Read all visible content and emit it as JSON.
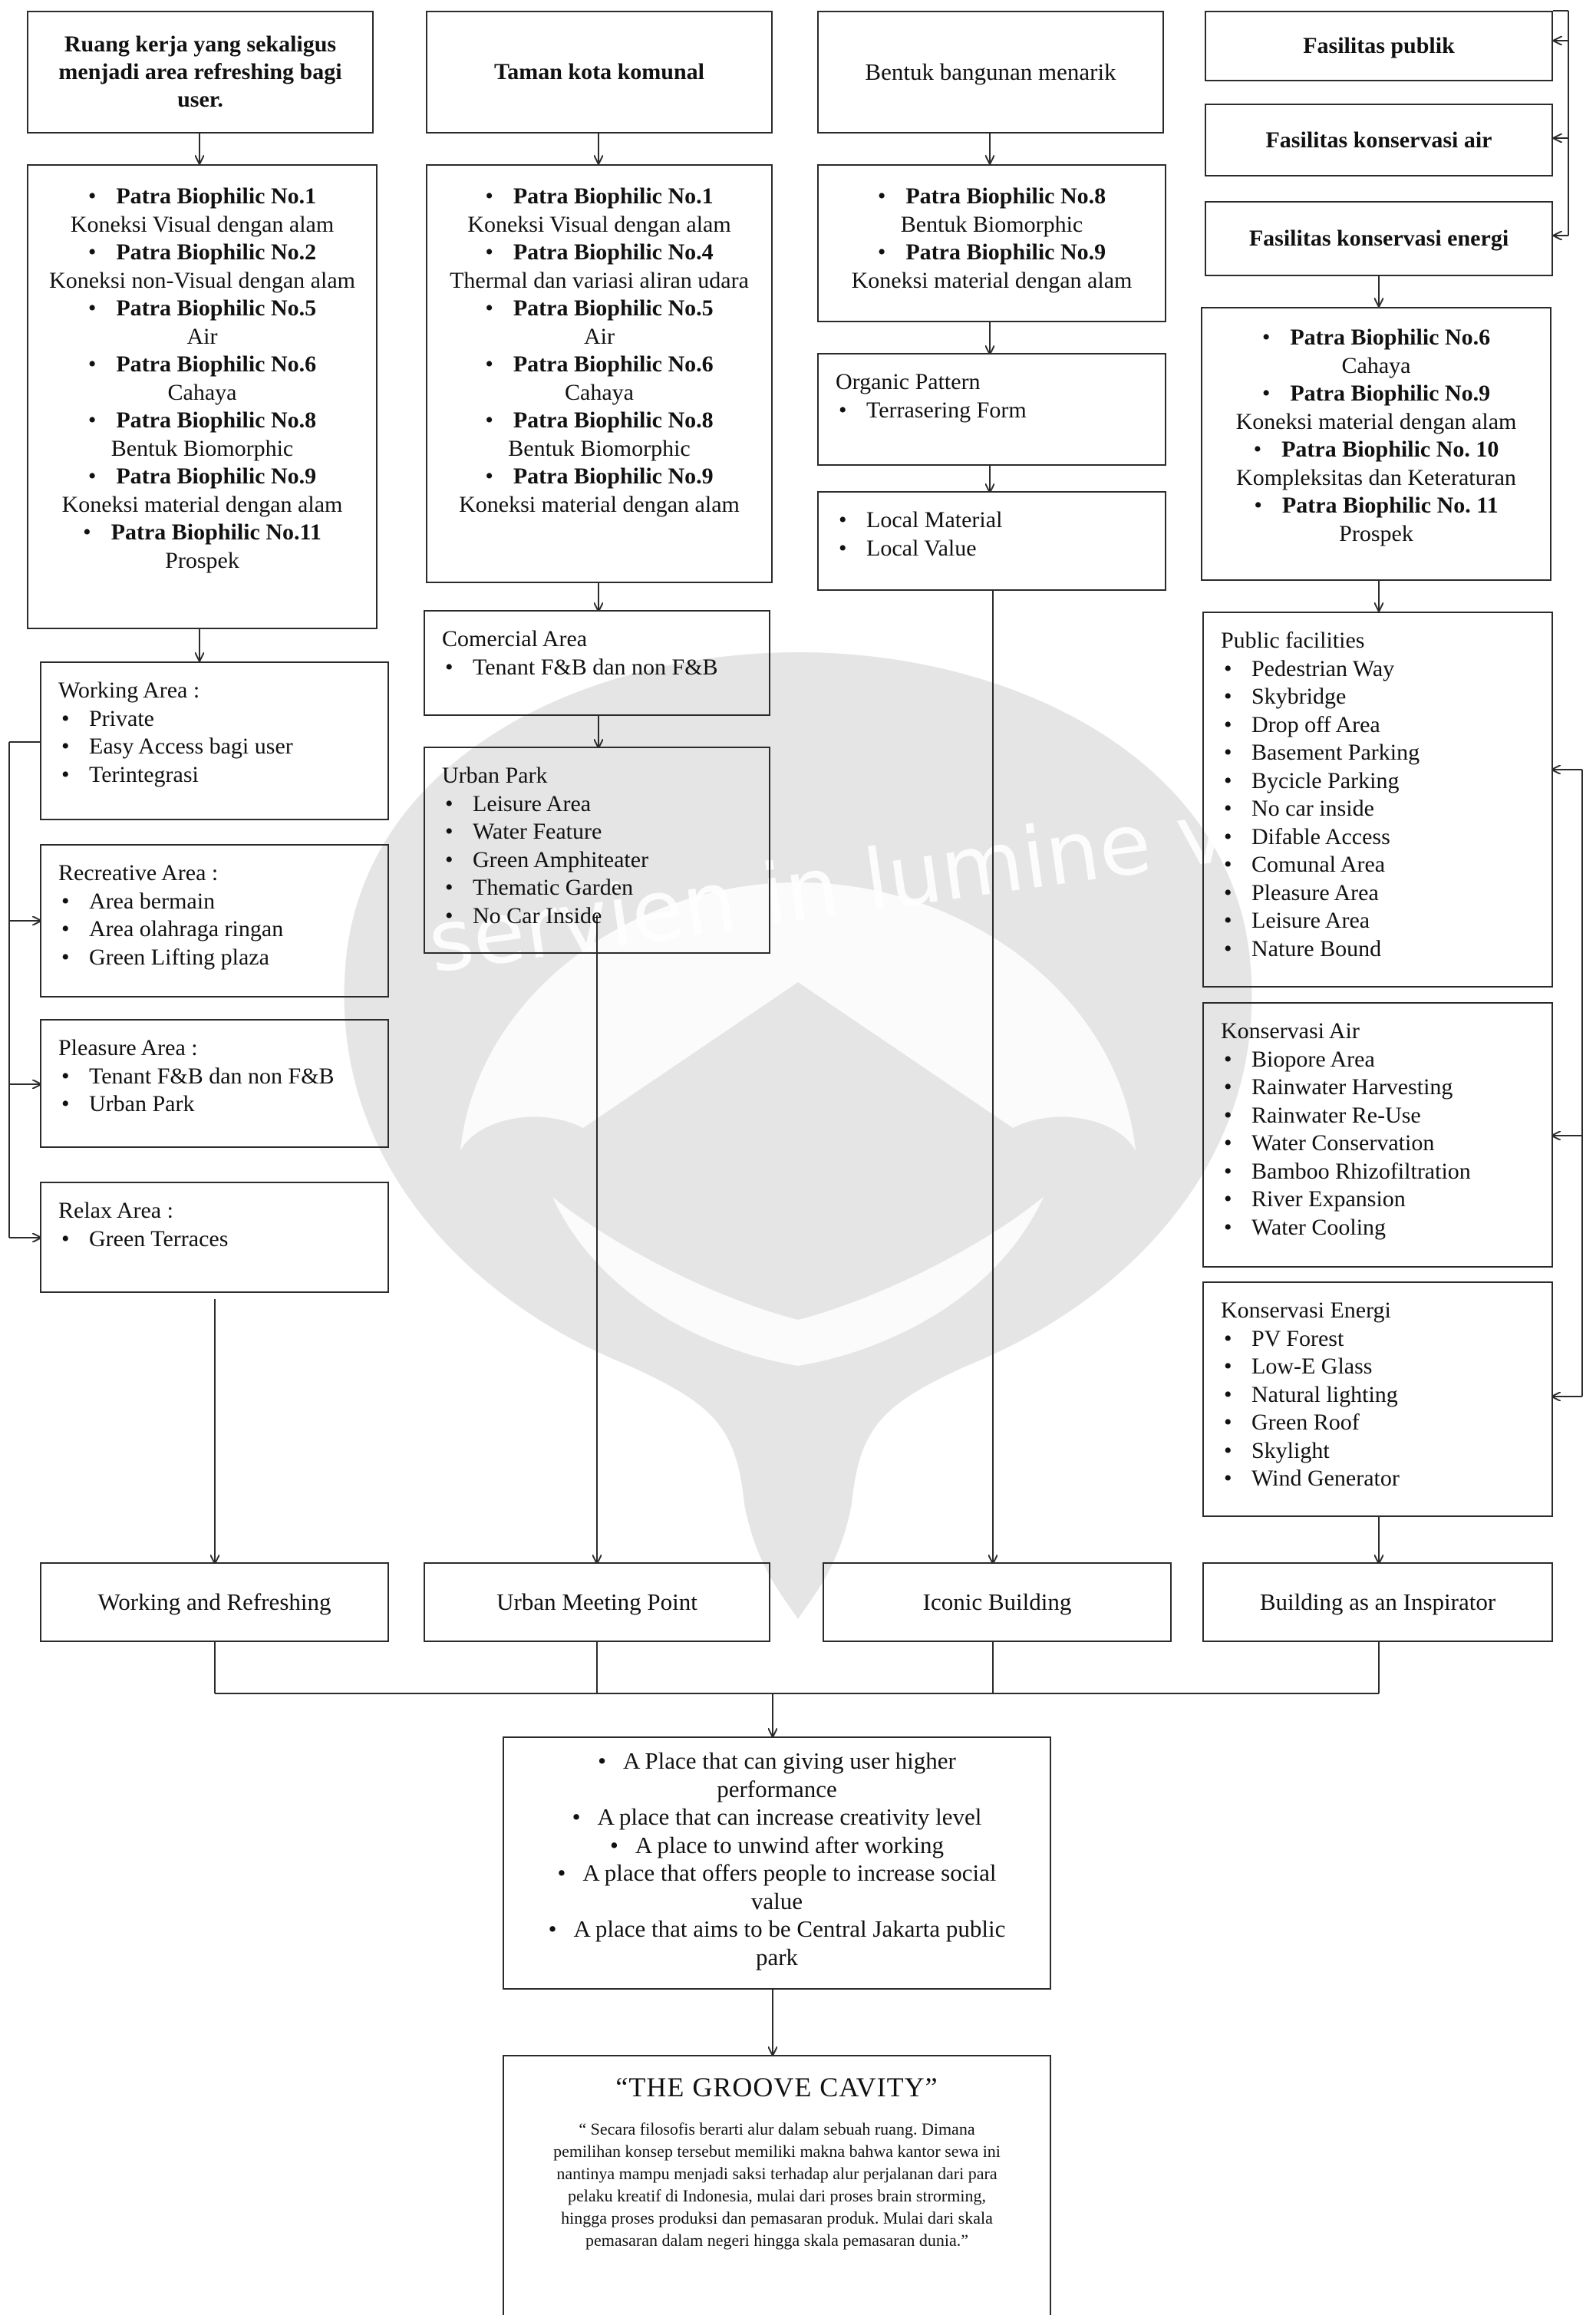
{
  "watermark": {
    "text": "servien in lumine veritatis"
  },
  "columns": [
    {
      "header": "Ruang kerja yang sekaligus menjadi area refreshing bagi user.",
      "patra": [
        {
          "title": "Patra Biophilic No.1",
          "desc": "Koneksi Visual dengan alam"
        },
        {
          "title": "Patra Biophilic No.2",
          "desc": "Koneksi non-Visual dengan alam"
        },
        {
          "title": "Patra Biophilic No.5",
          "desc": "Air"
        },
        {
          "title": "Patra Biophilic No.6",
          "desc": "Cahaya"
        },
        {
          "title": "Patra Biophilic No.8",
          "desc": "Bentuk Biomorphic"
        },
        {
          "title": "Patra Biophilic No.9",
          "desc": "Koneksi material dengan alam"
        },
        {
          "title": "Patra Biophilic No.11",
          "desc": "Prospek"
        }
      ],
      "areas": [
        {
          "title": "Working Area :",
          "items": [
            "Private",
            "Easy Access bagi user",
            "Terintegrasi"
          ]
        },
        {
          "title": "Recreative Area :",
          "items": [
            "Area bermain",
            "Area olahraga ringan",
            "Green Lifting plaza"
          ]
        },
        {
          "title": "Pleasure Area :",
          "items": [
            "Tenant F&B dan non F&B",
            "Urban Park"
          ]
        },
        {
          "title": "Relax Area :",
          "items": [
            "Green Terraces"
          ]
        }
      ],
      "outcome": "Working and Refreshing"
    },
    {
      "header": "Taman kota komunal",
      "patra": [
        {
          "title": "Patra Biophilic No.1",
          "desc": "Koneksi Visual dengan alam"
        },
        {
          "title": "Patra Biophilic No.4",
          "desc": "Thermal dan variasi aliran udara"
        },
        {
          "title": "Patra Biophilic No.5",
          "desc": "Air"
        },
        {
          "title": "Patra Biophilic No.6",
          "desc": "Cahaya"
        },
        {
          "title": "Patra Biophilic No.8",
          "desc": "Bentuk Biomorphic"
        },
        {
          "title": "Patra Biophilic No.9",
          "desc": "Koneksi material dengan alam"
        }
      ],
      "areas": [
        {
          "title": "Comercial Area",
          "items": [
            "Tenant F&B dan non F&B"
          ]
        },
        {
          "title": "Urban Park",
          "items": [
            "Leisure Area",
            "Water Feature",
            "Green Amphiteater",
            "Thematic Garden",
            "No Car Inside"
          ]
        }
      ],
      "outcome": "Urban Meeting Point"
    },
    {
      "header": "Bentuk bangunan menarik",
      "patra": [
        {
          "title": "Patra Biophilic No.8",
          "desc": "Bentuk Biomorphic"
        },
        {
          "title": "Patra Biophilic No.9",
          "desc": "Koneksi material dengan alam"
        }
      ],
      "areas": [
        {
          "title": "Organic Pattern",
          "items": [
            "Terrasering Form"
          ]
        },
        {
          "title": "",
          "items": [
            "Local Material",
            "Local Value"
          ]
        }
      ],
      "outcome": "Iconic Building"
    },
    {
      "headers": [
        "Fasilitas publik",
        "Fasilitas konservasi air",
        "Fasilitas konservasi energi"
      ],
      "patra": [
        {
          "title": "Patra Biophilic No.6",
          "desc": "Cahaya"
        },
        {
          "title": "Patra Biophilic No.9",
          "desc": "Koneksi material dengan alam"
        },
        {
          "title": "Patra Biophilic No. 10",
          "desc": "Kompleksitas dan Keteraturan"
        },
        {
          "title": "Patra Biophilic No. 11",
          "desc": "Prospek"
        }
      ],
      "areas": [
        {
          "title": "Public facilities",
          "items": [
            "Pedestrian Way",
            "Skybridge",
            "Drop off Area",
            "Basement Parking",
            "Bycicle Parking",
            "No car inside",
            "Difable Access",
            "Comunal Area",
            "Pleasure Area",
            "Leisure Area",
            "Nature Bound"
          ]
        },
        {
          "title": "Konservasi Air",
          "items": [
            "Biopore Area",
            "Rainwater Harvesting",
            "Rainwater Re-Use",
            "Water Conservation",
            "Bamboo Rhizofiltration",
            "River Expansion",
            "Water Cooling"
          ]
        },
        {
          "title": "Konservasi Energi",
          "items": [
            "PV Forest",
            "Low-E Glass",
            "Natural lighting",
            "Green Roof",
            "Skylight",
            "Wind Generator"
          ]
        }
      ],
      "outcome": "Building as an Inspirator"
    }
  ],
  "result": [
    "A Place that can giving user higher performance",
    "A place that can increase creativity level",
    "A place to unwind after working",
    "A place that offers people to increase social value",
    "A place that aims to be Central Jakarta public park"
  ],
  "concept": {
    "title": "“THE GROOVE CAVITY”",
    "description": "“ Secara filosofis berarti alur dalam sebuah ruang. Dimana pemilihan konsep tersebut memiliki makna bahwa kantor sewa ini nantinya mampu menjadi saksi terhadap alur perjalanan dari para pelaku kreatif di Indonesia, mulai dari proses brain strorming, hingga proses produksi dan pemasaran produk. Mulai dari skala pemasaran dalam negeri hingga skala pemasaran dunia.”"
  }
}
